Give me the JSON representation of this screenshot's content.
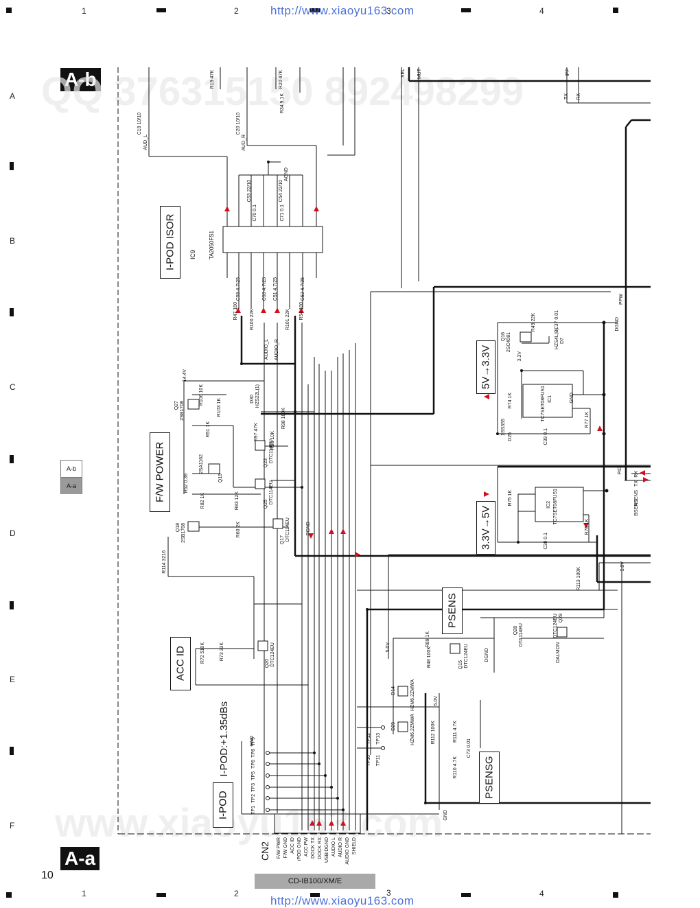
{
  "header": {
    "url": "http://www.xiaoyu163.com",
    "columns": [
      "1",
      "2",
      "3",
      "4"
    ]
  },
  "footer": {
    "url": "http://www.xiaoyu163.com",
    "page_number": "10",
    "model": "CD-IB100/XM/E",
    "columns": [
      "1",
      "2",
      "3",
      "4"
    ]
  },
  "rows": [
    "A",
    "B",
    "C",
    "D",
    "E",
    "F"
  ],
  "sections": {
    "top": "A-b",
    "bottom": "A-a"
  },
  "nav": {
    "top": "A-b",
    "bottom": "A-a"
  },
  "blocks": {
    "ipod_isor": "I-POD ISOR",
    "fw_power": "F/W POWER",
    "acc_id": "ACC ID",
    "ipod_gain": "I-POD:+1.35dBs",
    "ipod": "I-POD",
    "psens": "PSENS",
    "psensg": "PSENSG",
    "conv_5_33": "5V→3.3V",
    "conv_33_5": "3.3V→5V"
  },
  "components": {
    "ic9": "IC9",
    "ic9_part": "TA2050FS1",
    "q27": "Q27",
    "q27_part": "2SB1708",
    "q18": "Q18",
    "q18_part": "2SB1708",
    "q19": "Q19",
    "q19_part": "2SA1162",
    "q23": "Q23",
    "q23_part": "DTC114EU",
    "q25": "Q25",
    "q25_part": "DTC114EU",
    "q17": "Q17",
    "q17_part": "DTC114EU",
    "q20": "Q20",
    "q20_part": "DTC124EU",
    "q15": "Q15",
    "q15_part": "DTC124EU",
    "q28": "Q28",
    "q28_part": "DTA114EU",
    "q29": "Q29",
    "q29_part": "DTC124EU",
    "q16": "Q16",
    "q16_part": "2SC4081",
    "ic1": "IC1",
    "ic1_part": "TC7SET08FUS1",
    "ic2": "IC2",
    "ic2_part": "TC7SET08FUS1",
    "d14": "D14",
    "d14_part": "HZM6.2ZMWA",
    "d29": "D29",
    "d29_part": "HZM6.2ZMWA",
    "d30": "D30",
    "d30_part": "HZS22L(1)",
    "d7": "D7",
    "d7_part": "HZS4L(B)",
    "d25": "D25",
    "d25_part": "1SS355",
    "cn2": "CN2"
  },
  "nets": {
    "aud_l": "AUD_L",
    "aud_r": "AUD_R",
    "audio_l": "AUDIO_L",
    "audio_r": "AUDIO_R",
    "agnd": "AGND",
    "pgnd": "PGND",
    "dgnd": "DGND",
    "gnd": "GND",
    "v14": "14.4V",
    "v5": "5.0V",
    "v33": "3.3V",
    "tx": "TX",
    "rx": "RX",
    "pid": "PID",
    "ppw": "PPW",
    "bsens": "BSENS",
    "asens": "ASENS",
    "dalmon": "DALMON",
    "sel": "SEL",
    "mut": "MUT",
    "ipp": "IPP"
  },
  "cn2_pins": [
    "F/W PWR",
    "F/W GND",
    "ACC ID",
    "iPOD GND",
    "ACC PW",
    "DOCK TX",
    "DOCK RX",
    "USB/DGND",
    "AUDIO L",
    "AUDIO R",
    "AUDIO GND",
    "SHIELD"
  ],
  "test_points": [
    "TP1",
    "TP2",
    "TP3",
    "TP5",
    "TP6",
    "TP8",
    "TP9",
    "TP10",
    "TP11",
    "TP12",
    "TP13"
  ],
  "passives": [
    "R19 47K",
    "R20 47K",
    "C19 10/10",
    "C20 10/10",
    "R34 9.1K",
    "C53 22/10",
    "C54 22/10",
    "C70 0.1",
    "C71 0.1",
    "C59 4.7/25",
    "C50 4.7/25",
    "C51 4.7/25",
    "C52 4.7/25",
    "R47 100",
    "R54 100",
    "R100 22K",
    "R101 22K",
    "R106 10K",
    "R103 1K",
    "R51 1K",
    "R52 0.39",
    "R82 1K",
    "R83 12K",
    "R60 2K",
    "R114 3216",
    "R97 47K",
    "R99 10K",
    "R98 180K",
    "R72 510K",
    "R73 33K",
    "R89 1K",
    "R48 100K",
    "R112 100K",
    "R111 4.7K",
    "R110 4.7K",
    "C73 0.01",
    "R49 22K",
    "C37 0.01",
    "R74 1K",
    "R77 1K",
    "C39 0.1",
    "R75 1K",
    "R76 1K",
    "C38 0.1",
    "R113 100K"
  ],
  "colors": {
    "signal_arrow": "#d01020",
    "line": "#111111",
    "url": "#4a6fd8",
    "model_bg": "#a9a9a9"
  }
}
